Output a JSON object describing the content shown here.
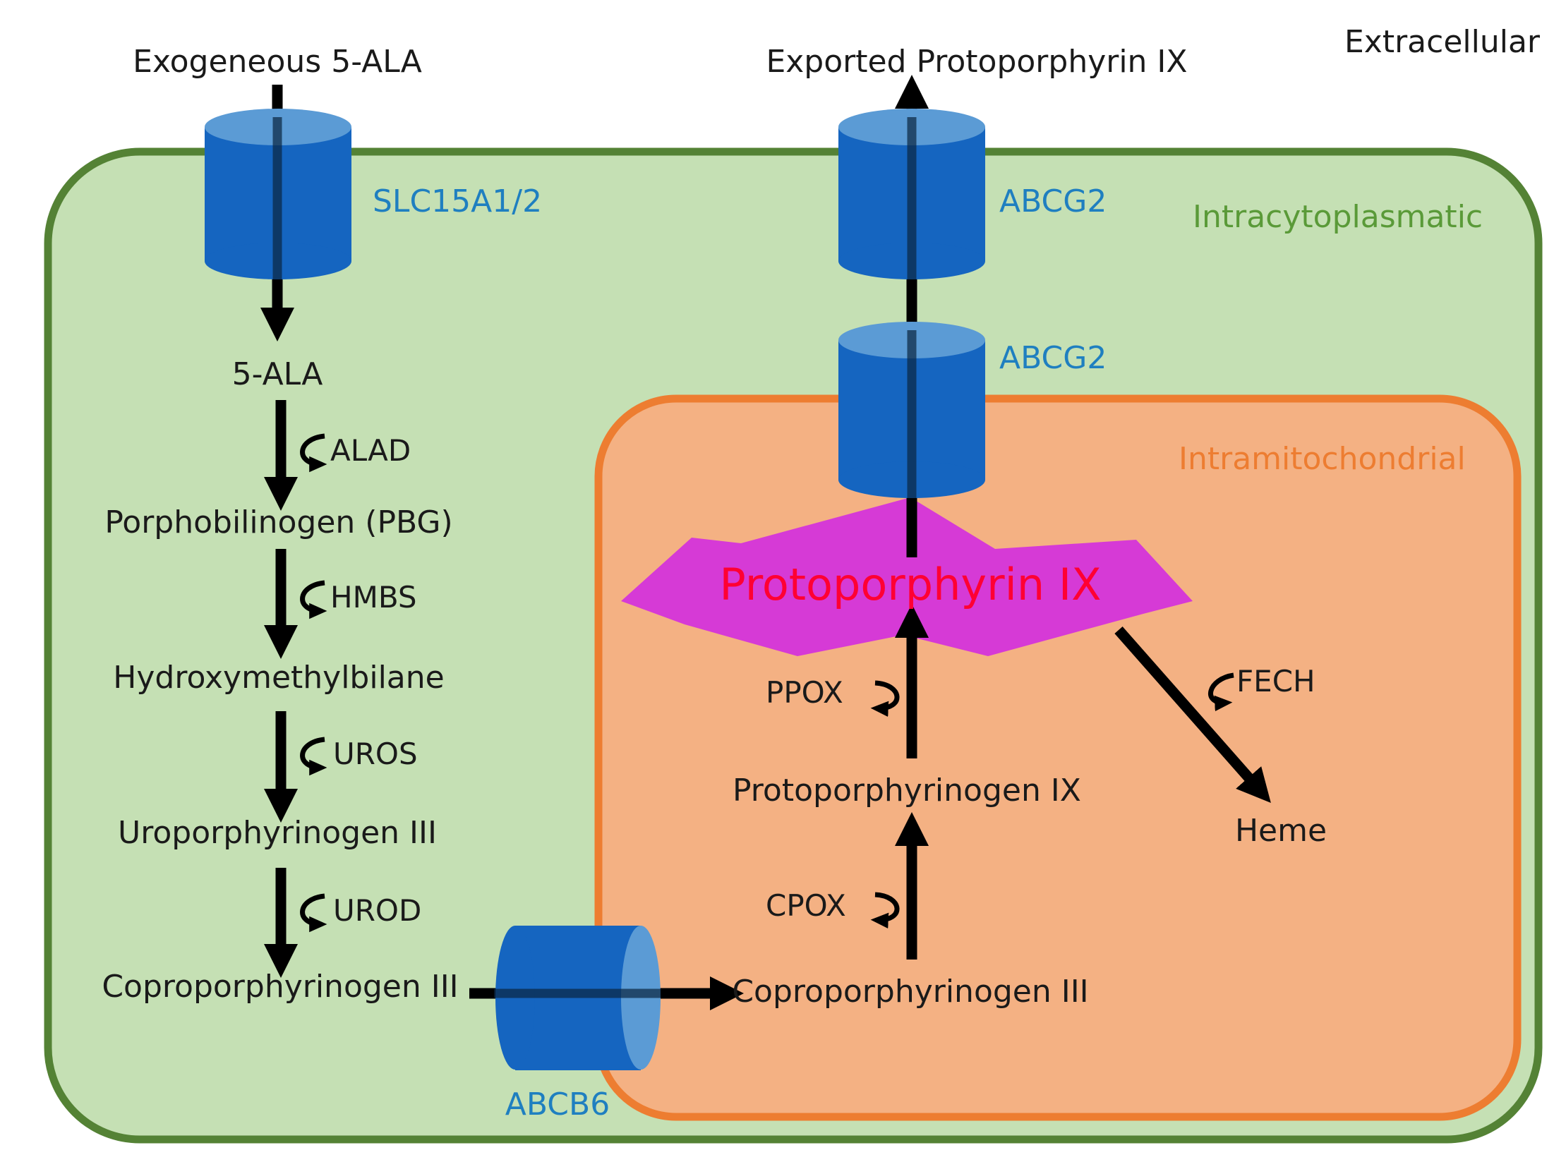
{
  "compartments": {
    "extracellular": "Extracellular",
    "intracytoplasmatic": "Intracytoplasmatic",
    "intramitochondrial": "Intramitochondrial"
  },
  "metabolites": {
    "exogeneous_ala": "Exogeneous 5-ALA",
    "exported_ppix": "Exported Protoporphyrin IX",
    "ala": "5-ALA",
    "pbg": "Porphobilinogen (PBG)",
    "hmb": "Hydroxymethylbilane",
    "uro3": "Uroporphyrinogen III",
    "copro3_cyto": "Coproporphyrinogen III",
    "copro3_mito": "Coproporphyrinogen III",
    "protogen9": "Protoporphyrinogen IX",
    "ppix": "Protoporphyrin IX",
    "heme": "Heme"
  },
  "enzymes": {
    "alad": "ALAD",
    "hmbs": "HMBS",
    "uros": "UROS",
    "urod": "UROD",
    "cpox": "CPOX",
    "ppox": "PPOX",
    "fech": "FECH"
  },
  "transporters": {
    "slc15a": "SLC15A1/2",
    "abcg2_membrane": "ABCG2",
    "abcg2_mito": "ABCG2",
    "abcb6": "ABCB6"
  },
  "colors": {
    "cytoplasm_fill": "#c5e0b4",
    "cytoplasm_border": "#548235",
    "mito_fill": "#f4b183",
    "mito_border": "#ed7d31",
    "transporter_fill": "#1565c0",
    "transporter_top": "#5b9bd5",
    "ppix_star": "#d63ad6",
    "ppix_text": "#ff0033",
    "transporter_label": "#1f7fc0",
    "zone_green": "#5a9a38",
    "zone_orange": "#ed7d31"
  }
}
